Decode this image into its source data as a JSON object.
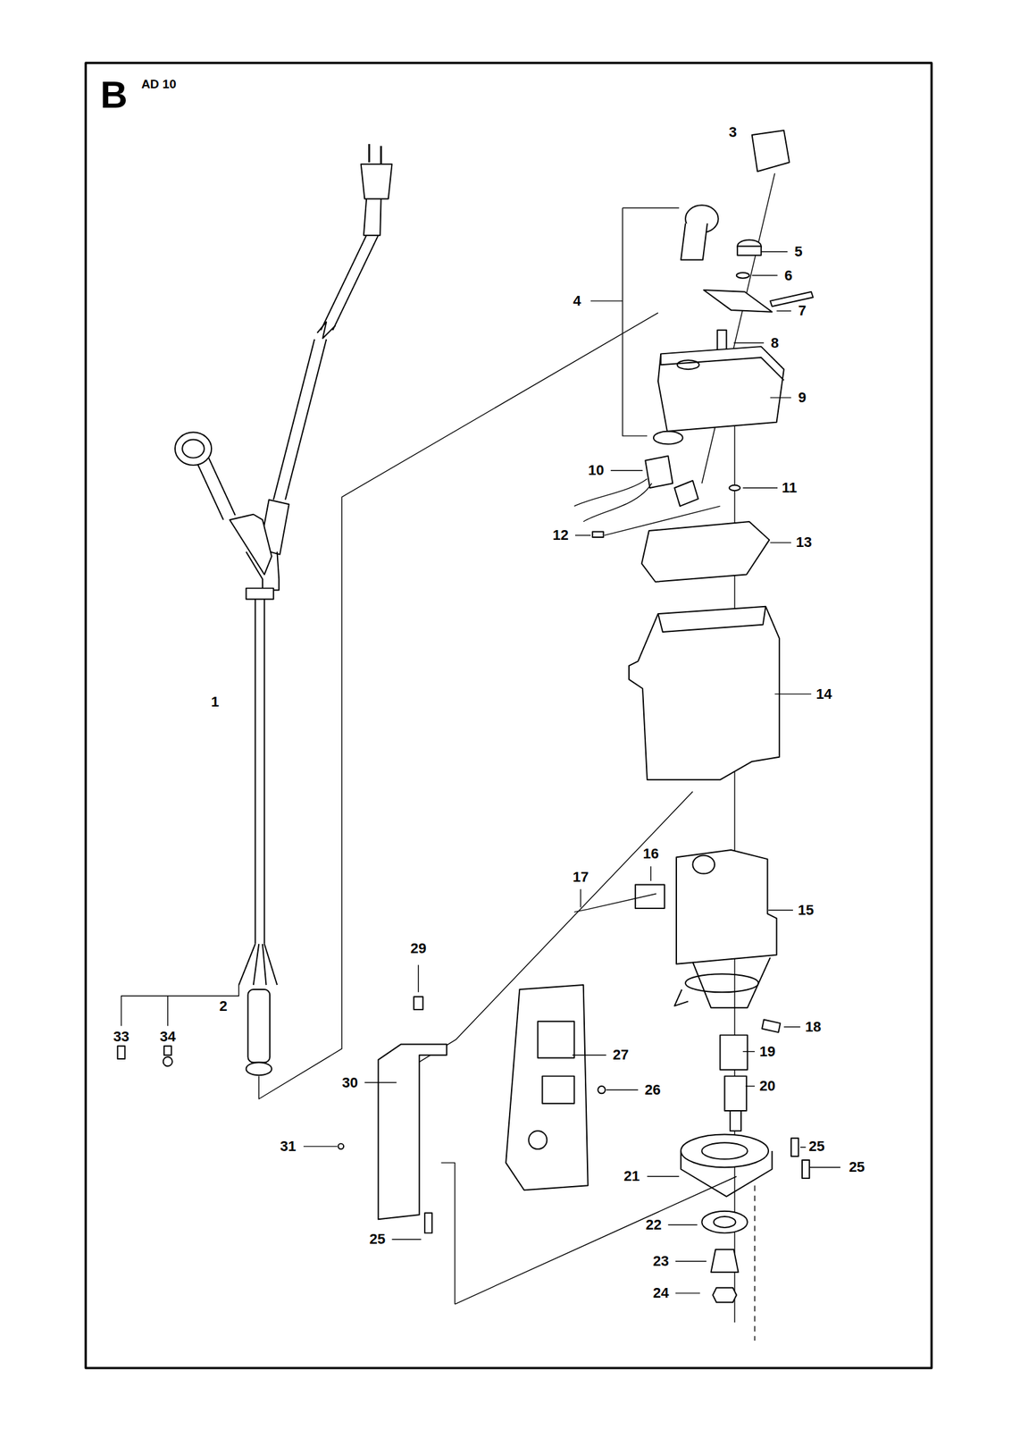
{
  "diagram": {
    "title": "B",
    "labels": [
      "AD 10",
      "3",
      "4",
      "5",
      "6",
      "7",
      "8",
      "9",
      "10",
      "11",
      "12",
      "13",
      "14",
      "1",
      "16",
      "17",
      "15",
      "29",
      "18",
      "19",
      "27",
      "20",
      "26",
      "2",
      "30",
      "33",
      "34",
      "31",
      "25",
      "21",
      "25",
      "22",
      "25",
      "23",
      "24"
    ]
  }
}
